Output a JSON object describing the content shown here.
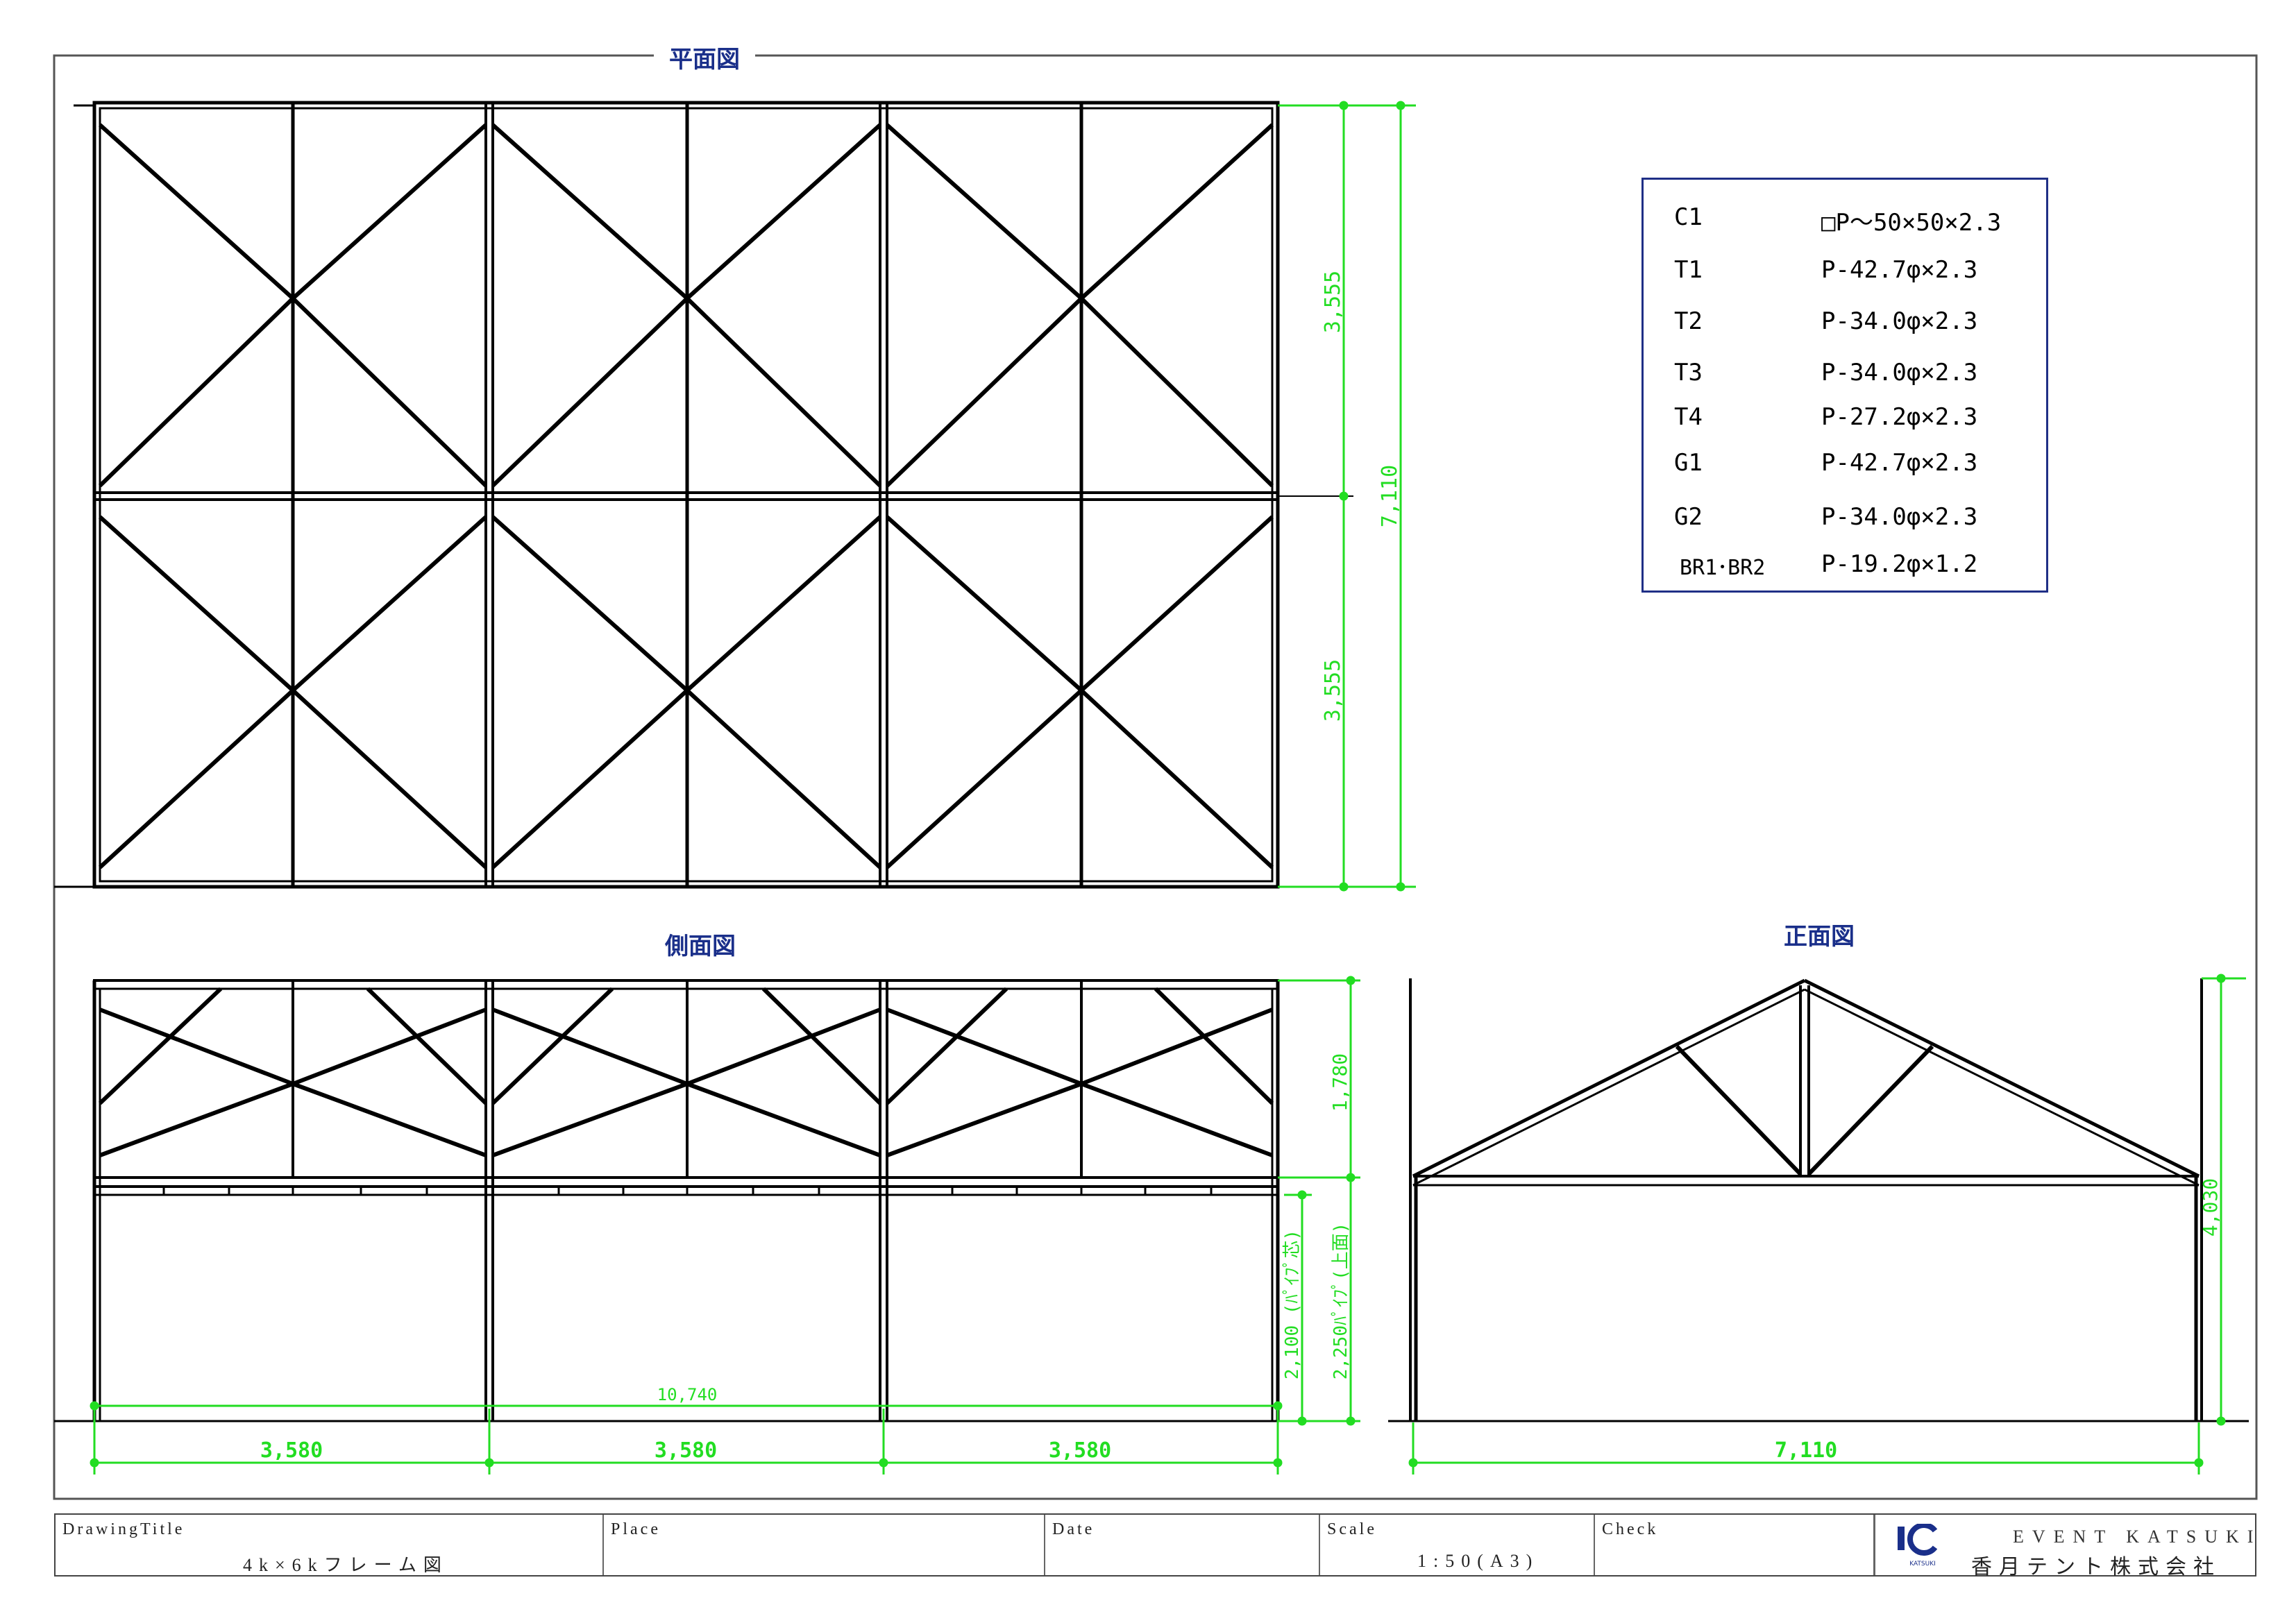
{
  "views": {
    "plan_title": "平面図",
    "side_title": "側面図",
    "front_title": "正面図"
  },
  "dimensions": {
    "plan_half_1": "3,555",
    "plan_half_2": "3,555",
    "plan_total": "7,110",
    "side_roof": "1,780",
    "side_pipe_base": "2,100 (ﾊﾟｲﾌﾟ芯)",
    "side_pipe_top": "2,250ﾊﾟｲﾌﾟ(上面)",
    "side_length": "10,740",
    "bay_1": "3,580",
    "bay_2": "3,580",
    "bay_3": "3,580",
    "front_height": "4,030",
    "front_width": "7,110"
  },
  "spec_table": [
    {
      "code": "C1",
      "value": "□P～50×50×2.3"
    },
    {
      "code": "T1",
      "value": "P-42.7φ×2.3"
    },
    {
      "code": "T2",
      "value": "P-34.0φ×2.3"
    },
    {
      "code": "T3",
      "value": "P-34.0φ×2.3"
    },
    {
      "code": "T4",
      "value": "P-27.2φ×2.3"
    },
    {
      "code": "G1",
      "value": "P-42.7φ×2.3"
    },
    {
      "code": "G2",
      "value": "P-34.0φ×2.3"
    },
    {
      "code": "BR1･BR2",
      "value": "P-19.2φ×1.2"
    }
  ],
  "title_block": {
    "drawing_title_label": "DrawingTitle",
    "drawing_title_value": "4k×6kフレーム図",
    "place_label": "Place",
    "date_label": "Date",
    "scale_label": "Scale",
    "scale_value": "1:50(A3)",
    "check_label": "Check",
    "company_en": "EVENT KATSUKI",
    "company_jp": "香月テント株式会社",
    "logo_small": "KATSUKI"
  },
  "colors": {
    "frame": "#000000",
    "dimension": "#22dd22",
    "title": "#1a2f8a",
    "spec_border": "#1f2f86"
  }
}
